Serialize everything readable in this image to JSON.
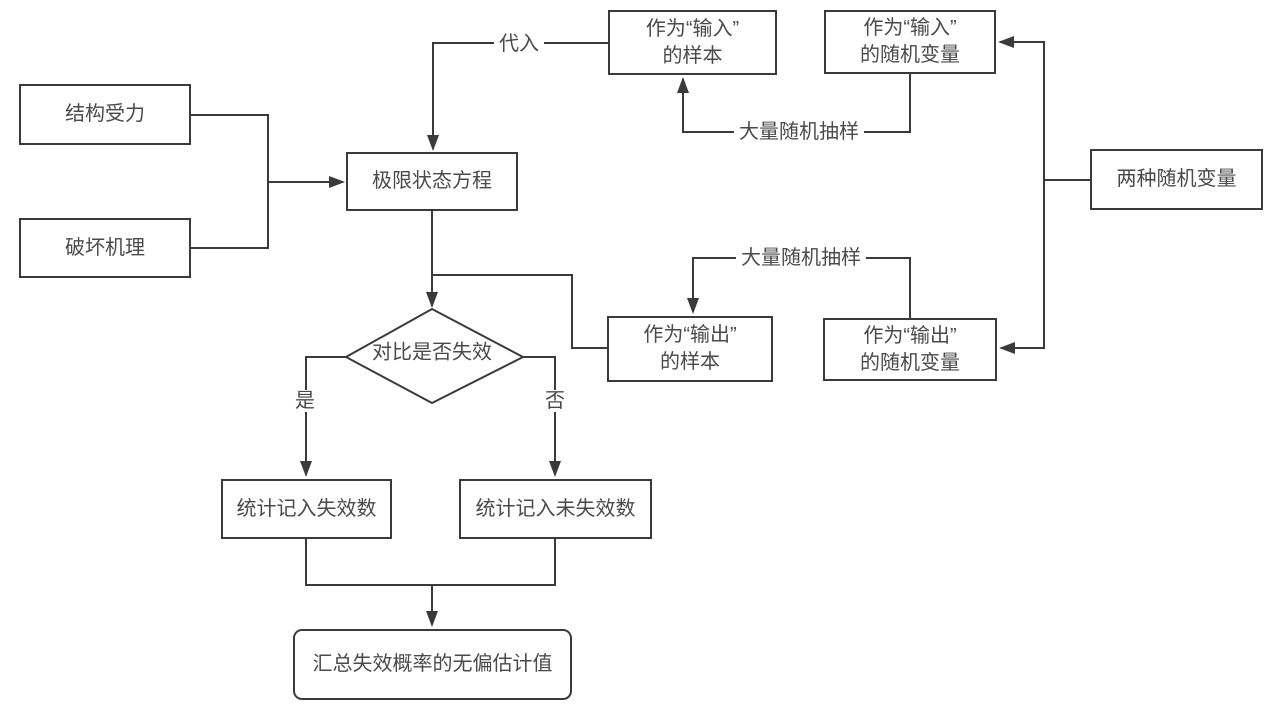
{
  "diagram": {
    "nodes": {
      "structural_force": {
        "label": "结构受力"
      },
      "failure_mechanism": {
        "label": "破坏机理"
      },
      "limit_state_equation": {
        "label": "极限状态方程"
      },
      "input_sample": {
        "label": "作为“输入”\n的样本"
      },
      "input_random_variable": {
        "label": "作为“输入”\n的随机变量"
      },
      "two_random_variables": {
        "label": "两种随机变量"
      },
      "output_sample": {
        "label": "作为“输出”\n的样本"
      },
      "output_random_variable": {
        "label": "作为“输出”\n的随机变量"
      },
      "decision": {
        "label": "对比是否失效"
      },
      "count_failures": {
        "label": "统计记入失效数"
      },
      "count_non_failures": {
        "label": "统计记入未失效数"
      },
      "final_estimate": {
        "label": "汇总失效概率的无偏估计值"
      }
    },
    "edge_labels": {
      "substitute": "代入",
      "mass_random_sampling_top": "大量随机抽样",
      "mass_random_sampling_bottom": "大量随机抽样",
      "yes": "是",
      "no": "否"
    },
    "colors": {
      "line": "#3a3a3a",
      "text": "#4a4a4a",
      "background": "#ffffff"
    }
  }
}
